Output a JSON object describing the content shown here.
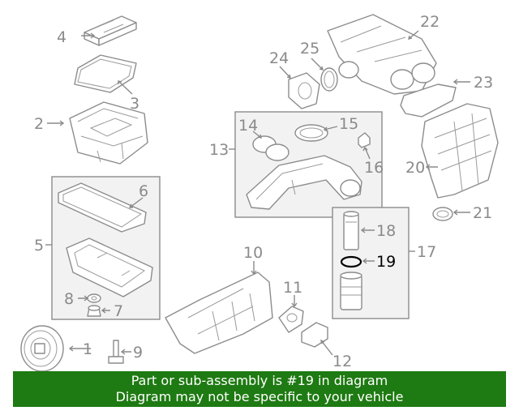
{
  "diagram": {
    "callouts": {
      "n1": "1",
      "n2": "2",
      "n3": "3",
      "n4": "4",
      "n5": "5",
      "n6": "6",
      "n7": "7",
      "n8": "8",
      "n9": "9",
      "n10": "10",
      "n11": "11",
      "n12": "12",
      "n13": "13",
      "n14": "14",
      "n15": "15",
      "n16": "16",
      "n17": "17",
      "n18": "18",
      "n19": "19",
      "n20": "20",
      "n21": "21",
      "n22": "22",
      "n23": "23",
      "n24": "24",
      "n25": "25"
    },
    "highlighted_part": "19"
  },
  "banner": {
    "line1": "Part or sub-assembly is #19 in diagram",
    "line2": "Diagram may not be specific to your vehicle"
  },
  "colors": {
    "banner_bg": "#1e7a12",
    "line_art": "#8c8c8c",
    "highlight": "#000000"
  }
}
